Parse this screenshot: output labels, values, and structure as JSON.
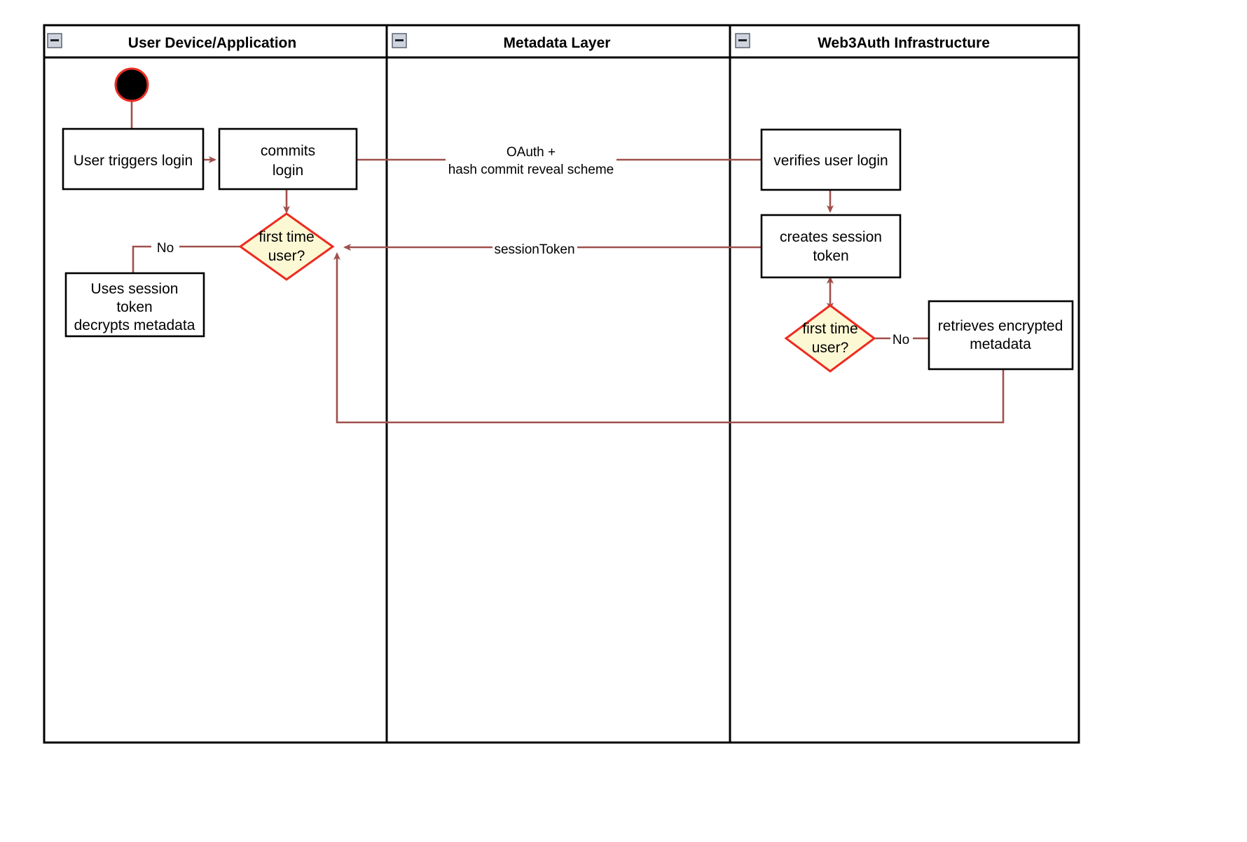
{
  "diagram": {
    "type": "uml-activity-swimlane",
    "title": "",
    "colors": {
      "lane_border": "#000000",
      "lane_background": "#ffffff",
      "node_border": "#000000",
      "node_fill": "#ffffff",
      "decision_border": "#e8261b",
      "decision_fill": "#fdf8d4",
      "edge": "#a0504c",
      "start_node_fill": "#000000",
      "start_node_ring": "#ec2e23",
      "collapse_icon_fill": "#cfd3dd"
    },
    "lanes": [
      {
        "id": "lane-user-device",
        "label": "User Device/Application",
        "collapse_icon": "minus-icon"
      },
      {
        "id": "lane-metadata",
        "label": "Metadata Layer",
        "collapse_icon": "minus-icon"
      },
      {
        "id": "lane-web3auth",
        "label": "Web3Auth Infrastructure",
        "collapse_icon": "minus-icon"
      }
    ],
    "nodes": [
      {
        "id": "start",
        "kind": "initial-node",
        "lane": "lane-user-device",
        "label": ""
      },
      {
        "id": "user-triggers-login",
        "kind": "action",
        "lane": "lane-user-device",
        "lines": [
          "User triggers login"
        ]
      },
      {
        "id": "commits-login",
        "kind": "action",
        "lane": "lane-user-device",
        "lines": [
          "commits",
          "login"
        ]
      },
      {
        "id": "first-time-user-client",
        "kind": "decision",
        "lane": "lane-user-device",
        "lines": [
          "first time",
          "user?"
        ]
      },
      {
        "id": "uses-session-token",
        "kind": "action",
        "lane": "lane-user-device",
        "lines": [
          "Uses session",
          "token",
          "decrypts metadata"
        ]
      },
      {
        "id": "verifies-user-login",
        "kind": "action",
        "lane": "lane-web3auth",
        "lines": [
          "verifies user login"
        ]
      },
      {
        "id": "creates-session-token",
        "kind": "action",
        "lane": "lane-web3auth",
        "lines": [
          "creates session",
          "token"
        ]
      },
      {
        "id": "first-time-user-server",
        "kind": "decision",
        "lane": "lane-web3auth",
        "lines": [
          "first time",
          "user?"
        ]
      },
      {
        "id": "retrieves-encrypted-metadata",
        "kind": "action",
        "lane": "lane-web3auth",
        "lines": [
          "retrieves encrypted",
          "metadata"
        ]
      }
    ],
    "edges": [
      {
        "id": "e-start-trigger",
        "from": "start",
        "to": "user-triggers-login",
        "label": ""
      },
      {
        "id": "e-trigger-commits",
        "from": "user-triggers-login",
        "to": "commits-login",
        "label": ""
      },
      {
        "id": "e-commits-decision",
        "from": "commits-login",
        "to": "first-time-user-client",
        "label": ""
      },
      {
        "id": "e-commits-verifies",
        "from": "commits-login",
        "to": "verifies-user-login",
        "label_lines": [
          "OAuth +",
          "hash commit reveal scheme"
        ]
      },
      {
        "id": "e-verifies-creates",
        "from": "verifies-user-login",
        "to": "creates-session-token",
        "label": ""
      },
      {
        "id": "e-creates-decision",
        "from": "creates-session-token",
        "to": "first-time-user-server",
        "label": "",
        "arrow": "double"
      },
      {
        "id": "e-creates-client-decision",
        "from": "creates-session-token",
        "to": "first-time-user-client",
        "label": "sessionToken"
      },
      {
        "id": "e-decision-no-session",
        "from": "first-time-user-client",
        "to": "uses-session-token",
        "label": "No"
      },
      {
        "id": "e-decision-no-retrieve",
        "from": "first-time-user-server",
        "to": "retrieves-encrypted-metadata",
        "label": "No"
      },
      {
        "id": "e-retrieve-return",
        "from": "retrieves-encrypted-metadata",
        "to": "first-time-user-client",
        "label": ""
      }
    ],
    "edge_labels": {
      "oauth_line1": "OAuth +",
      "oauth_line2": "hash commit reveal scheme",
      "session_token": "sessionToken",
      "no_client": "No",
      "no_server": "No"
    }
  }
}
